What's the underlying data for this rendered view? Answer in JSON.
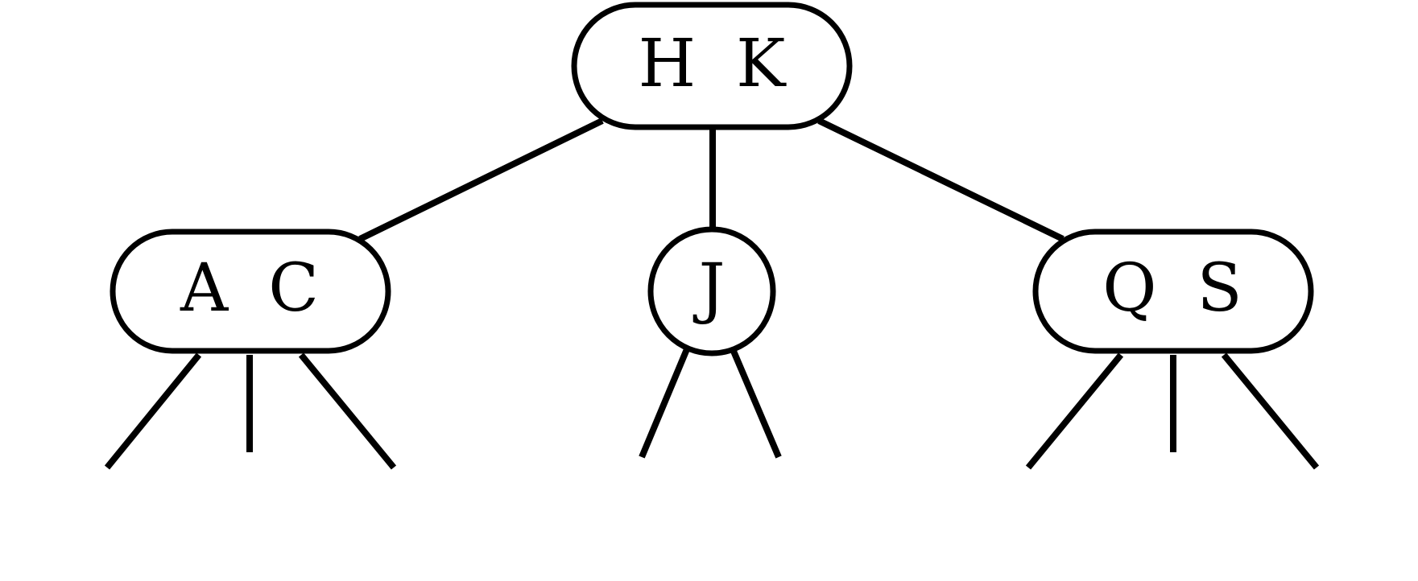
{
  "tree": {
    "root": {
      "keys": "H K",
      "children": [
        {
          "keys": "A C",
          "child_count": 3
        },
        {
          "keys": "J",
          "child_count": 2
        },
        {
          "keys": "Q S",
          "child_count": 3
        }
      ]
    }
  }
}
